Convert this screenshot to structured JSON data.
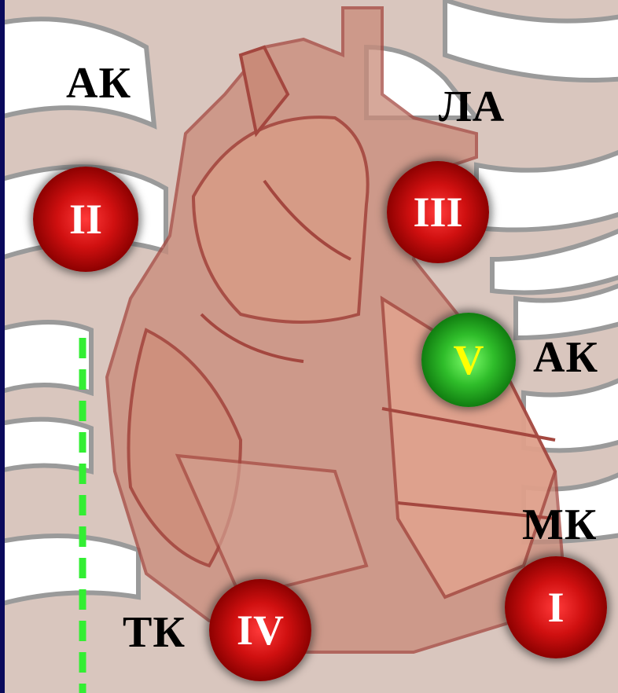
{
  "colors": {
    "background_frame": "#0a0a5c",
    "chest_background": "#d9c6be",
    "heart_fill": "#c98b79",
    "heart_outline": "#a4473f",
    "rib": "#ffffff",
    "marker_red": "#c00000",
    "marker_green": "#1f9f1f",
    "dashed_line": "#33ee33",
    "label_text": "#000000",
    "marker_text_red": "#ffffff",
    "marker_text_green": "#ffff00"
  },
  "labels": {
    "aortic_top_left": "АК",
    "pulmonary_top_right": "ЛА",
    "aortic_right": "АК",
    "mitral_right": "МК",
    "tricuspid_bottom": "ТК"
  },
  "markers": {
    "m1": {
      "text": "I",
      "color": "red"
    },
    "m2": {
      "text": "II",
      "color": "red"
    },
    "m3": {
      "text": "III",
      "color": "red"
    },
    "m4": {
      "text": "IV",
      "color": "red"
    },
    "m5": {
      "text": "V",
      "color": "green"
    }
  }
}
